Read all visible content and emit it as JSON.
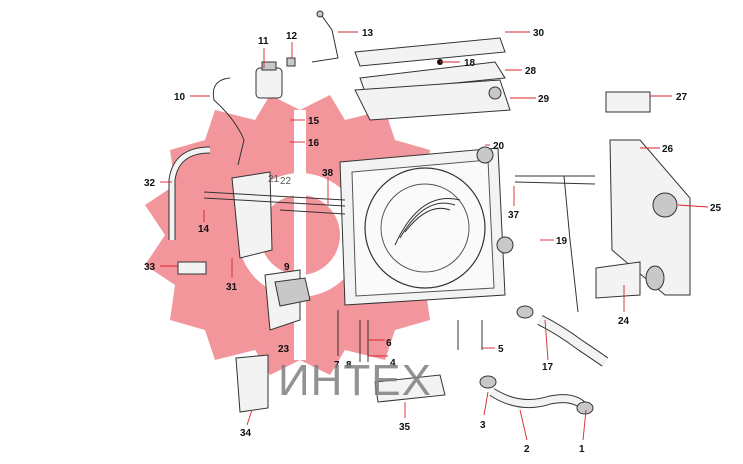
{
  "diagram": {
    "watermark": {
      "text": "ИНТЕХ",
      "color": "#e8424d"
    },
    "callouts": [
      {
        "id": "1",
        "label": "1"
      },
      {
        "id": "2",
        "label": "2"
      },
      {
        "id": "3",
        "label": "3"
      },
      {
        "id": "4",
        "label": "4"
      },
      {
        "id": "5",
        "label": "5"
      },
      {
        "id": "6",
        "label": "6"
      },
      {
        "id": "7",
        "label": "7"
      },
      {
        "id": "8",
        "label": "8"
      },
      {
        "id": "9",
        "label": "9"
      },
      {
        "id": "10",
        "label": "10"
      },
      {
        "id": "11",
        "label": "11"
      },
      {
        "id": "12",
        "label": "12"
      },
      {
        "id": "13",
        "label": "13"
      },
      {
        "id": "14",
        "label": "14"
      },
      {
        "id": "15",
        "label": "15"
      },
      {
        "id": "16",
        "label": "16"
      },
      {
        "id": "17",
        "label": "17"
      },
      {
        "id": "18",
        "label": "18"
      },
      {
        "id": "19",
        "label": "19"
      },
      {
        "id": "20",
        "label": "20"
      },
      {
        "id": "21",
        "label": "21"
      },
      {
        "id": "22",
        "label": "22"
      },
      {
        "id": "23",
        "label": "23"
      },
      {
        "id": "24",
        "label": "24"
      },
      {
        "id": "25",
        "label": "25"
      },
      {
        "id": "26",
        "label": "26"
      },
      {
        "id": "27",
        "label": "27"
      },
      {
        "id": "28",
        "label": "28"
      },
      {
        "id": "29",
        "label": "29"
      },
      {
        "id": "30",
        "label": "30"
      },
      {
        "id": "31",
        "label": "31"
      },
      {
        "id": "32",
        "label": "32"
      },
      {
        "id": "33",
        "label": "33"
      },
      {
        "id": "34",
        "label": "34"
      },
      {
        "id": "35",
        "label": "35"
      },
      {
        "id": "37",
        "label": "37"
      },
      {
        "id": "38",
        "label": "38"
      }
    ]
  }
}
